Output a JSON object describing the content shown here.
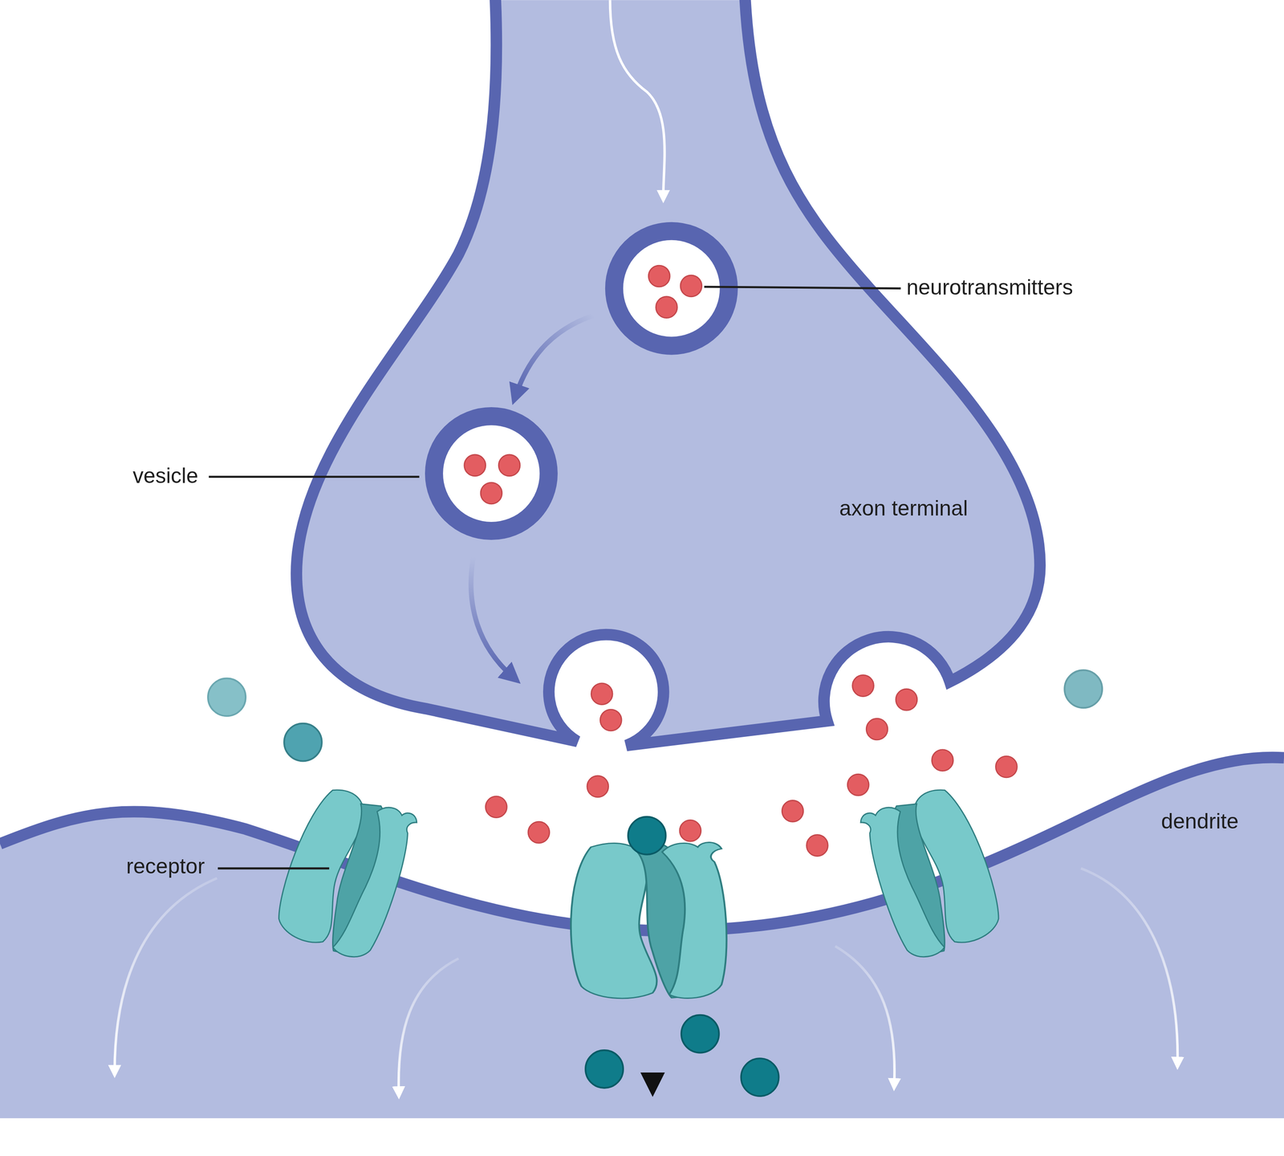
{
  "diagram": {
    "labels": [
      "neurotransmitters",
      "vesicle",
      "axon terminal",
      "receptor",
      "dendrite"
    ]
  }
}
